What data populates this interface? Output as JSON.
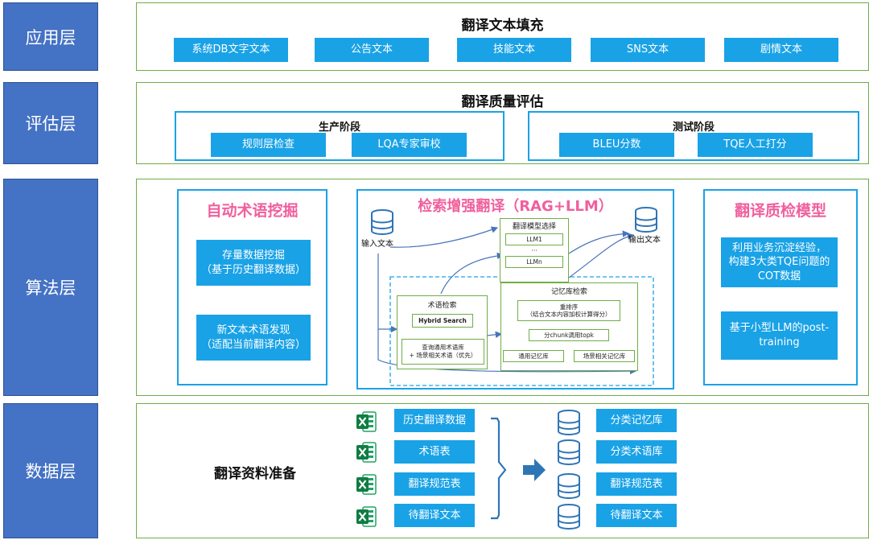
{
  "layers": [
    "应用层",
    "评估层",
    "算法层",
    "数据层"
  ],
  "app": {
    "title": "翻译文本填充",
    "items": [
      "系统DB文字文本",
      "公告文本",
      "技能文本",
      "SNS文本",
      "剧情文本"
    ]
  },
  "eval": {
    "title": "翻译质量评估",
    "production": {
      "title": "生产阶段",
      "items": [
        "规则层检查",
        "LQA专家审校"
      ]
    },
    "testing": {
      "title": "测试阶段",
      "items": [
        "BLEU分数",
        "TQE人工打分"
      ]
    }
  },
  "algo": {
    "term_mining": {
      "title": "自动术语挖掘",
      "items": [
        "存量数据挖掘\n（基于历史翻译数据）",
        "新文本术语发现\n（适配当前翻译内容）"
      ]
    },
    "rag": {
      "title": "检索增强翻译（RAG+LLM）",
      "input": "输入文本",
      "output": "输出文本",
      "model_select": {
        "title": "翻译模型选择",
        "items": [
          "LLM1",
          "···",
          "LLMn"
        ]
      },
      "term_search": {
        "title": "术语检索",
        "hybrid": "Hybrid Search",
        "query": "查询通用术语库\n+ 场景相关术语（优先）"
      },
      "memory_search": {
        "title": "记忆库检索",
        "rerank": "重排序\n（结合文本内容加权计算得分）",
        "chunk": "分chunk调用topk",
        "general": "通用记忆库",
        "scene": "场景相关记忆库"
      }
    },
    "qc": {
      "title": "翻译质检模型",
      "items": [
        "利用业务沉淀经验，\n构建3大类TQE问题的\nCOT数据",
        "基于小型LLM的post-\ntraining"
      ]
    }
  },
  "data": {
    "title": "翻译资料准备",
    "sources": [
      "历史翻译数据",
      "术语表",
      "翻译规范表",
      "待翻译文本"
    ],
    "targets": [
      "分类记忆库",
      "分类术语库",
      "翻译规范表",
      "待翻译文本"
    ]
  },
  "colors": {
    "layer": "#4472c4",
    "panel_border": "#70ad47",
    "button": "#1aa2e6",
    "title_pink": "#f0609e"
  }
}
